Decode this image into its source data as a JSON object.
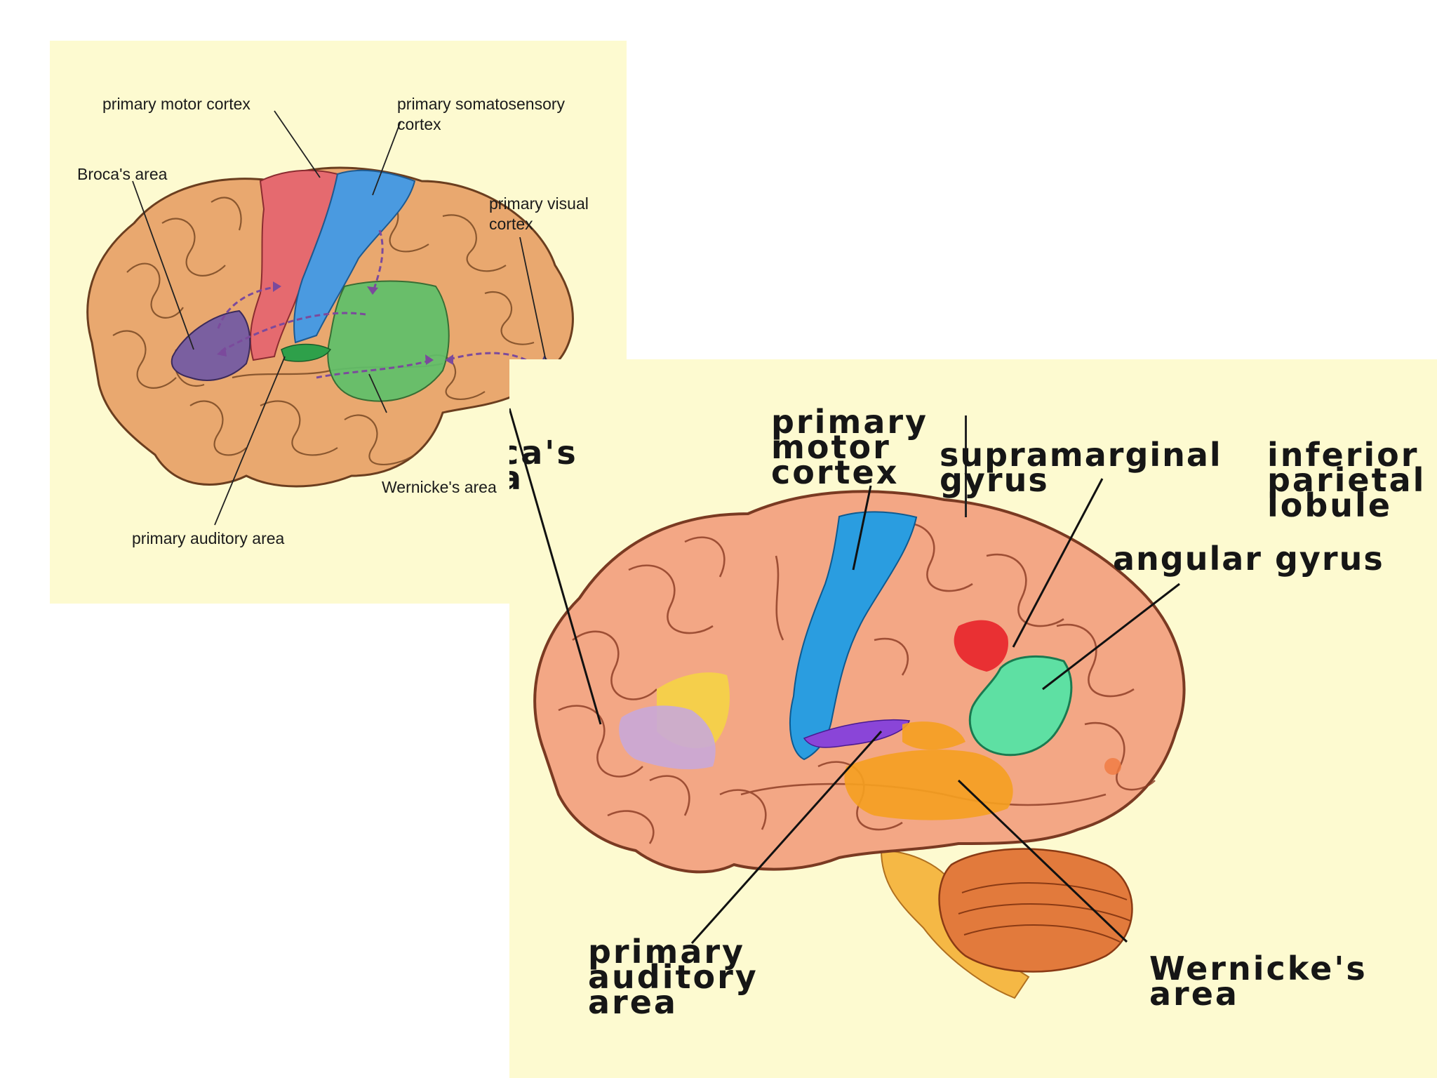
{
  "panel_top_left": {
    "labels": {
      "primary_motor_cortex": "primary motor cortex",
      "primary_somatosensory_cortex": "primary somatosensory\ncortex",
      "brocas_area": "Broca's area",
      "primary_visual_cortex": "primary visual\ncortex",
      "wernickes_area": "Wernicke's area",
      "primary_auditory_area": "primary auditory area"
    },
    "colors": {
      "background": "#fdfad0",
      "brain": "#e9a86f",
      "motor": "#e56a6f",
      "somatosensory": "#4a9ae0",
      "brocas": "#7a5fa0",
      "wernickes": "#5fc06a",
      "visual": "#9a90c9",
      "arrow": "#7b4a9c"
    }
  },
  "panel_bottom_right": {
    "labels": {
      "brocas_area_cropped": "ca's\na",
      "primary_motor_cortex": "primary\nmotor\ncortex",
      "supramarginal_gyrus": "supramarginal\ngyrus",
      "inferior_parietal_lobule": "inferior\nparietal\nlobule",
      "angular_gyrus": "angular gyrus",
      "primary_auditory_area": "primary\nauditory\narea",
      "wernickes_area": "Wernicke's\narea"
    },
    "colors": {
      "background": "#fdfad0",
      "brain": "#f3a785",
      "motor": "#2a9de0",
      "supramarginal": "#e8232a",
      "angular": "#5ee0a3",
      "brocas": "#c9a8d8",
      "brocas_yellow": "#f5d445",
      "auditory": "#8a45d8",
      "wernickes": "#f5a020",
      "cerebellum": "#e27a3c",
      "brainstem": "#f5b845"
    }
  }
}
